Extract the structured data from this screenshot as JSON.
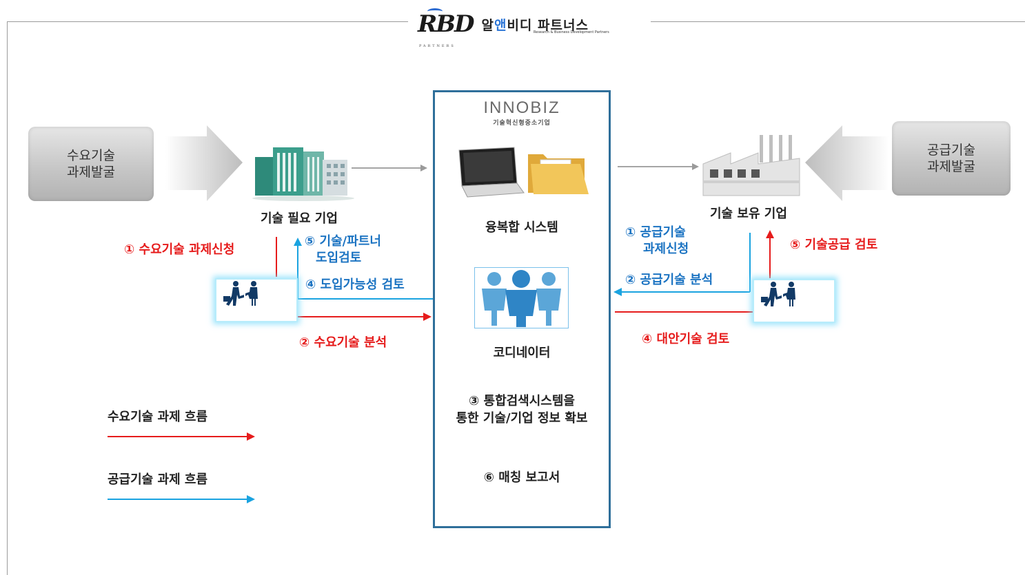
{
  "logo": {
    "mark": "RBD",
    "mark_small": "PARTNERS",
    "korean_prefix": "알",
    "korean_highlight": "앤",
    "korean_suffix": "비디 파트너스",
    "english": "Research & Business Development Partners"
  },
  "demand_source": {
    "line1": "수요기술",
    "line2": "과제발굴"
  },
  "supply_source": {
    "line1": "공급기술",
    "line2": "과제발굴"
  },
  "demand_company_label": "기술 필요 기업",
  "supply_company_label": "기술 보유 기업",
  "center": {
    "org_name": "INNOBIZ",
    "org_subtitle": "기술혁신형중소기업",
    "system_label": "융복합 시스템",
    "coordinator_label": "코디네이터",
    "step3_line1": "③ 통합검색시스템을",
    "step3_line2": "통한 기술/기업 정보 확보",
    "step6": "⑥ 매칭 보고서"
  },
  "left_flow": {
    "step1": "① 수요기술 과제신청",
    "step5_line1": "⑤ 기술/파트너",
    "step5_line2": "도입검토",
    "step4": "④ 도입가능성 검토",
    "step2": "② 수요기술 분석"
  },
  "right_flow": {
    "step1_line1": "① 공급기술",
    "step1_line2": "과제신청",
    "step5": "⑤ 기술공급 검토",
    "step2": "② 공급기술 분석",
    "step4": "④ 대안기술 검토"
  },
  "legend": {
    "demand_label": "수요기술 과제 흐름",
    "supply_label": "공급기술 과제 흐름"
  },
  "colors": {
    "demand_flow": "#e61c1c",
    "supply_flow": "#1aa3e0",
    "center_border": "#2f6f9a",
    "label_blue": "#1b73c2"
  }
}
